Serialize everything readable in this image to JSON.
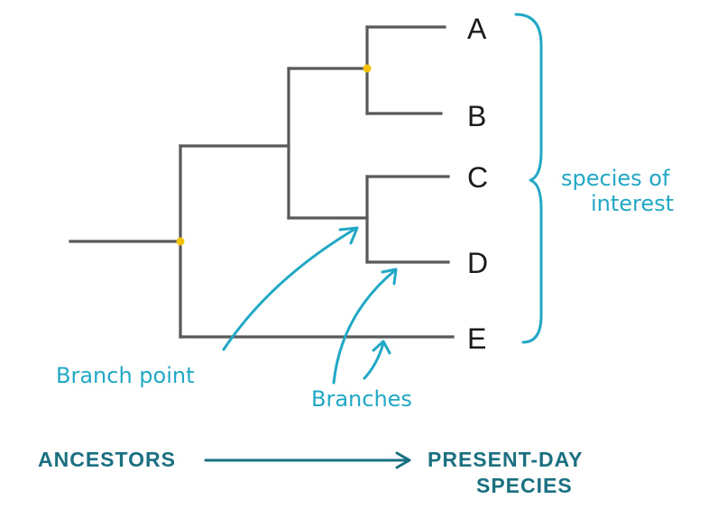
{
  "colors": {
    "tree": "#58595b",
    "node": "#f2c200",
    "annotation": "#21a8c5",
    "axis": "#1a6f80",
    "leaf_text": "#1a1a1a"
  },
  "leaves": {
    "a": "A",
    "b": "B",
    "c": "C",
    "d": "D",
    "e": "E"
  },
  "annotations": {
    "species_of": "species of",
    "interest": "interest",
    "branch_point": "Branch point",
    "branches": "Branches"
  },
  "axis": {
    "ancestors": "ANCESTORS",
    "present_day": "PRESENT-DAY",
    "species": "SPECIES"
  }
}
